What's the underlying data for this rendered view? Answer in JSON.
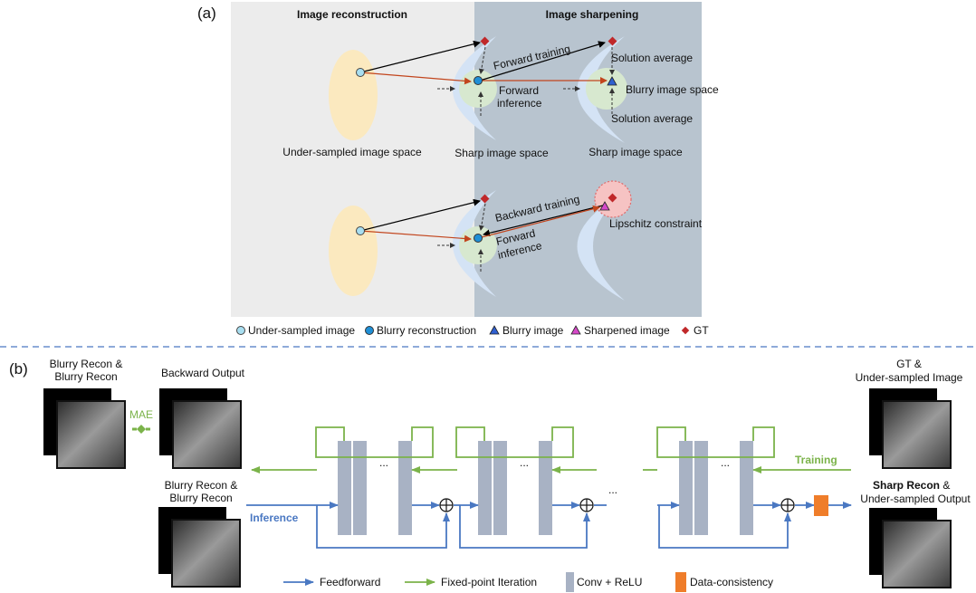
{
  "panel_a": {
    "tag": "(a)",
    "left_title": "Image reconstruction",
    "right_title": "Image sharpening",
    "top": {
      "forward_training": "Forward training",
      "solution_average_top": "Solution average",
      "blurry_image_space": "Blurry image space",
      "solution_average_bottom": "Solution average",
      "forward_inference_1": "Forward",
      "forward_inference_2": "inference",
      "undersampled_space": "Under-sampled image space",
      "sharp_space_1": "Sharp image space",
      "sharp_space_2": "Sharp image space"
    },
    "bottom": {
      "backward_training": "Backward training",
      "forward_inference_1": "Forward",
      "forward_inference_2": "inference",
      "lipschitz": "Lipschitz constraint"
    },
    "legend": {
      "undersampled": "Under-sampled image",
      "blurry_recon": "Blurry reconstruction",
      "blurry_image": "Blurry image",
      "sharpened": "Sharpened image",
      "gt": "GT"
    }
  },
  "panel_b": {
    "tag": "(b)",
    "top_left_1": "Blurry Recon &",
    "top_left_2": "Blurry Recon",
    "backward_output": "Backward Output",
    "mae": "MAE",
    "mid_left_1": "Blurry Recon &",
    "mid_left_2": "Blurry Recon",
    "inference": "Inference",
    "training": "Training",
    "gt_1": "GT &",
    "gt_2": "Under-sampled Image",
    "sharp_recon_bold": "Sharp Recon",
    "sharp_recon_rest": " &",
    "undersampled_output": "Under-sampled Output",
    "ellipsis": "...",
    "legend": {
      "feedforward": "Feedforward",
      "fixed_point": "Fixed-point Iteration",
      "conv": "Conv + ReLU",
      "dc": "Data-consistency"
    }
  },
  "colors": {
    "panel_left_bg": "#ececec",
    "panel_right_bg": "#b8c4cf",
    "blue": "#4a78c2",
    "green": "#7bb34a",
    "block": "#a8b2c4",
    "orange": "#ef7d2a",
    "gt_red": "#c0282a"
  }
}
